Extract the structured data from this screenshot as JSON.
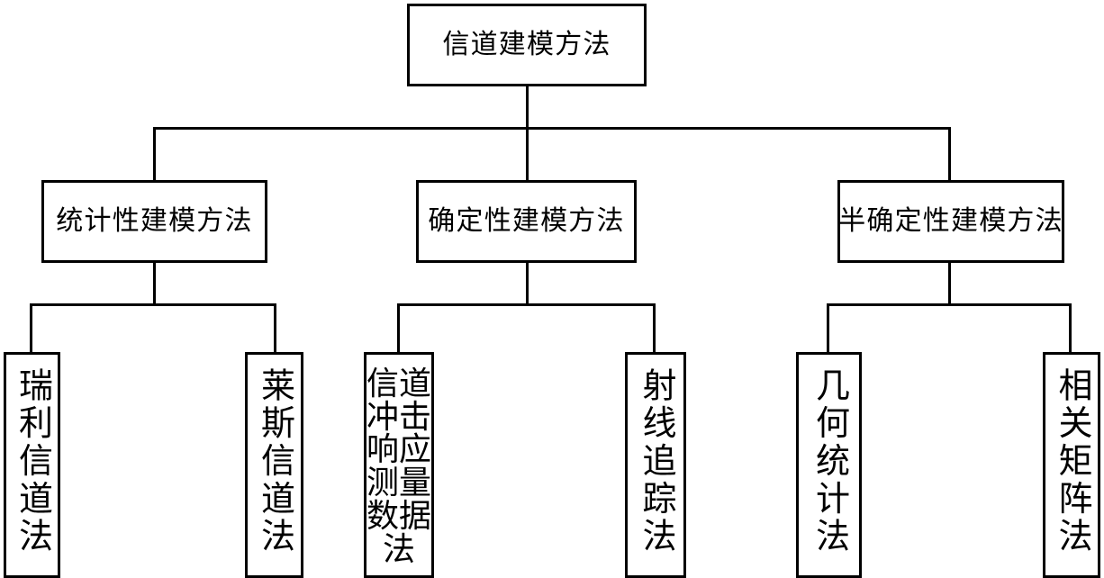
{
  "diagram": {
    "type": "tree",
    "title": "信道建模方法",
    "orientation": "top-down",
    "levels": 3,
    "line_color": "#000000",
    "box_fill": "#ffffff",
    "text_color": "#000000"
  },
  "nodes": {
    "root": {
      "label": "信道建模方法",
      "level": 1,
      "text_direction": "horizontal"
    },
    "level2": [
      {
        "id": "statistical",
        "label": "统计性建模方法",
        "level": 2,
        "text_direction": "horizontal"
      },
      {
        "id": "deterministic",
        "label": "确定性建模方法",
        "level": 2,
        "text_direction": "horizontal"
      },
      {
        "id": "semi",
        "label": "半确定性建模方法",
        "level": 2,
        "text_direction": "horizontal"
      }
    ],
    "leaves": [
      {
        "id": "rayleigh",
        "label": "瑞利信道法",
        "parent": "statistical",
        "level": 3,
        "text_direction": "vertical",
        "columns": 1
      },
      {
        "id": "rician",
        "label": "莱斯信道法",
        "parent": "statistical",
        "level": 3,
        "text_direction": "vertical",
        "columns": 1
      },
      {
        "id": "cir",
        "label": "信道冲击响应测量数据法",
        "parent": "deterministic",
        "level": 3,
        "text_direction": "vertical",
        "columns": 2
      },
      {
        "id": "raytrace",
        "label": "射线追踪法",
        "parent": "deterministic",
        "level": 3,
        "text_direction": "vertical",
        "columns": 1
      },
      {
        "id": "geostat",
        "label": "几何统计法",
        "parent": "semi",
        "level": 3,
        "text_direction": "vertical",
        "columns": 1
      },
      {
        "id": "corrmat",
        "label": "相关矩阵法",
        "parent": "semi",
        "level": 3,
        "text_direction": "vertical",
        "columns": 1
      }
    ]
  },
  "edges": [
    {
      "from": "root",
      "to": "statistical"
    },
    {
      "from": "root",
      "to": "deterministic"
    },
    {
      "from": "root",
      "to": "semi"
    },
    {
      "from": "statistical",
      "to": "rayleigh"
    },
    {
      "from": "statistical",
      "to": "rician"
    },
    {
      "from": "deterministic",
      "to": "cir"
    },
    {
      "from": "deterministic",
      "to": "raytrace"
    },
    {
      "from": "semi",
      "to": "geostat"
    },
    {
      "from": "semi",
      "to": "corrmat"
    }
  ]
}
